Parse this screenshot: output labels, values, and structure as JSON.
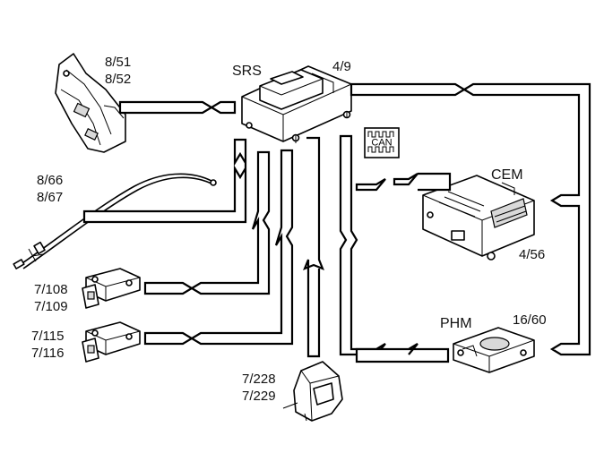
{
  "labels": {
    "belt_code_a": "8/51",
    "belt_code_b": "8/52",
    "srs_name": "SRS",
    "srs_code": "4/9",
    "curtain_code_a": "8/66",
    "curtain_code_b": "8/67",
    "sensor1_code_a": "7/108",
    "sensor1_code_b": "7/109",
    "sensor2_code_a": "7/115",
    "sensor2_code_b": "7/116",
    "buckle_code_a": "7/228",
    "buckle_code_b": "7/229",
    "can_label": "CAN",
    "cem_name": "CEM",
    "cem_code": "4/56",
    "phm_name": "PHM",
    "phm_code": "16/60"
  }
}
